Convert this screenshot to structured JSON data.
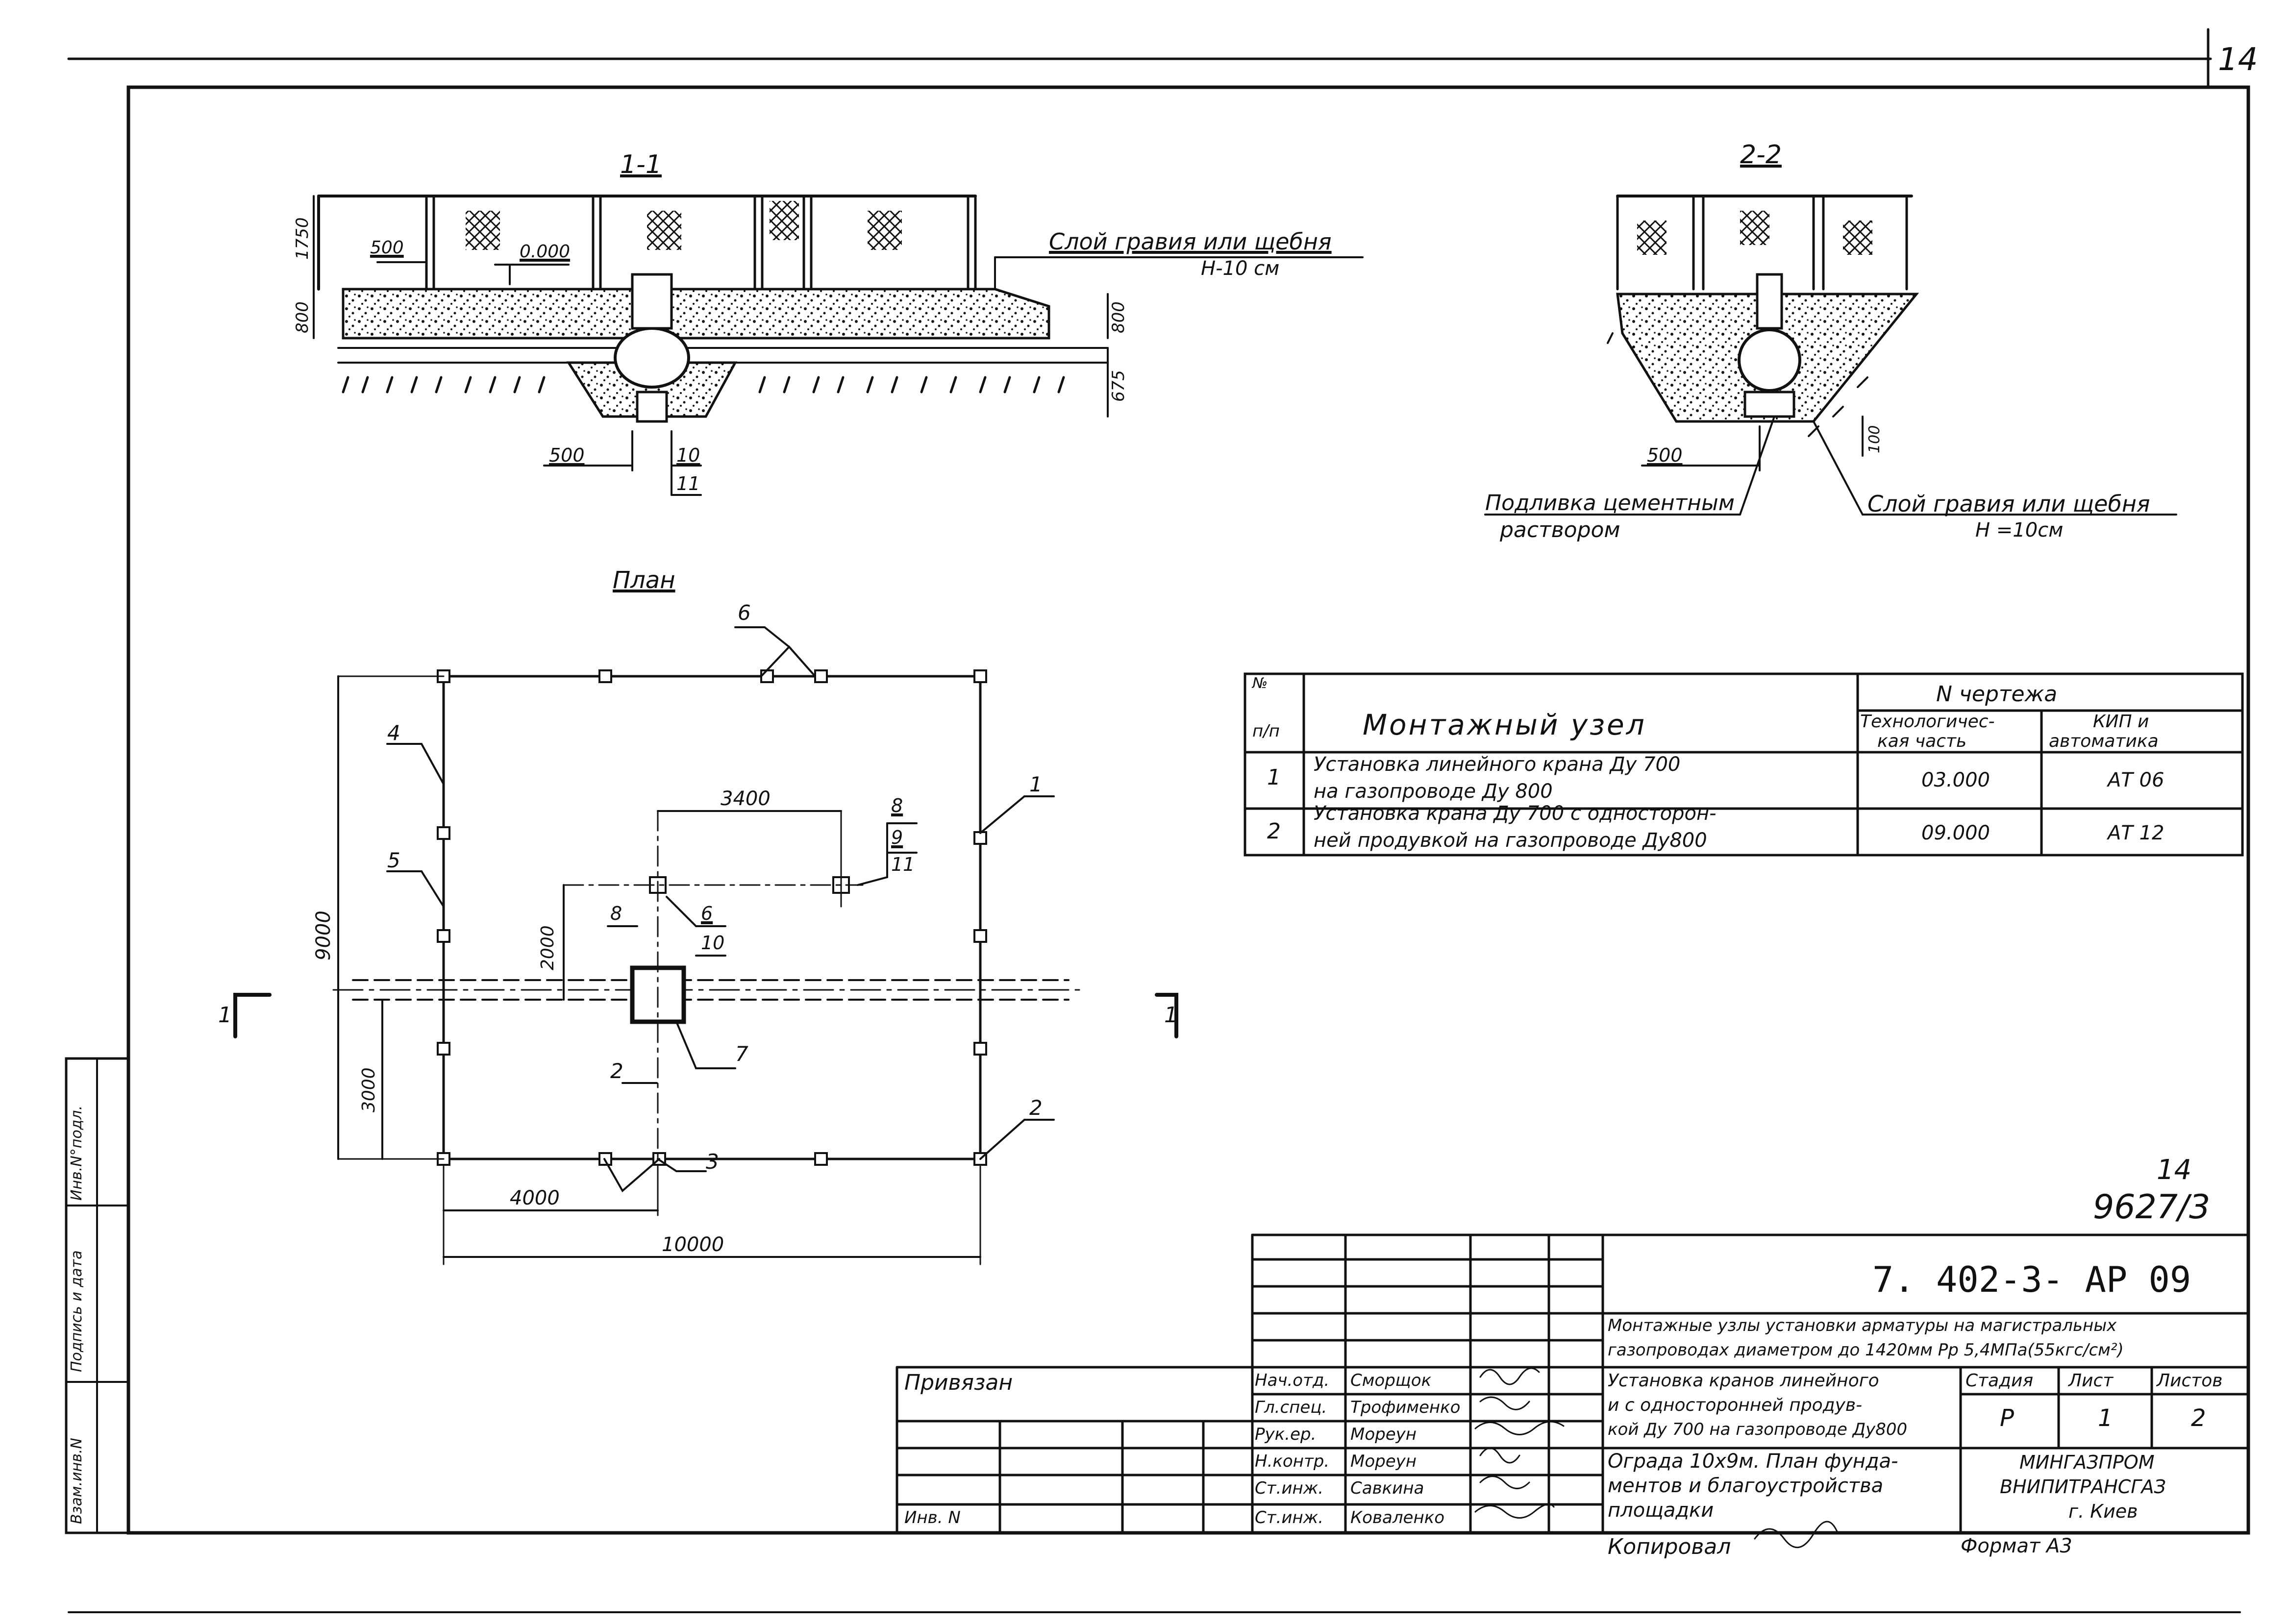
{
  "sheet": {
    "page_number": "14"
  },
  "section_1_1": {
    "title": "1-1",
    "gravel_label": "Слой гравия или щебня",
    "gravel_thickness": "H-10 см",
    "dims": {
      "left_500_top": "500",
      "elev_0000": "0.000",
      "left_1750": "1750",
      "left_800": "800",
      "right_800": "800",
      "right_675": "675",
      "left_500_bot": "500"
    },
    "markers": {
      "m10": "10",
      "m11": "11"
    }
  },
  "section_2_2": {
    "title": "2-2",
    "grout_label_1": "Подливка цементным",
    "grout_label_2": "раствором",
    "gravel_label": "Слой гравия или щебня",
    "gravel_thickness": "H =10см",
    "dims": {
      "left_500": "500",
      "right_100": "100"
    }
  },
  "plan": {
    "title": "План",
    "dims": {
      "d3400": "3400",
      "d9000": "9000",
      "d2000": "2000",
      "d3000": "3000",
      "d4000": "4000",
      "d10000": "10000"
    },
    "callouts": {
      "c1": "1",
      "c2": "2",
      "c3": "3",
      "c4": "4",
      "c5": "5",
      "c6": "6",
      "c7": "7",
      "c8": "8",
      "c9": "9",
      "c11": "11",
      "c8b": "8",
      "c6b": "6",
      "c10": "10",
      "c2b": "2"
    },
    "section_marks": {
      "left": "1",
      "right": "1"
    }
  },
  "nodes_table": {
    "headers": {
      "no_top": "№",
      "no_bot": "п/п",
      "node": "Монтажный узел",
      "drawing_no": "N чертежа",
      "tech_1": "Технологичес-",
      "tech_2": "кая часть",
      "kip_1": "КИП и",
      "kip_2": "автоматика"
    },
    "rows": [
      {
        "n": "1",
        "line1": "Установка линейного крана Ду 700",
        "line2": "на газопроводе Ду 800",
        "tech": "03.000",
        "kip": "АТ 06"
      },
      {
        "n": "2",
        "line1": "Установка крана Ду 700 с односторон-",
        "line2": "ней продувкой на газопроводе Ду800",
        "tech": "09.000",
        "kip": "АТ 12"
      }
    ]
  },
  "stamp": {
    "archive_page": "14",
    "archive_code": "9627/3",
    "doc_code": "7. 402-3- АР 09",
    "description_1": "Монтажные узлы установки арматуры на магистральных",
    "description_2": "газопроводах диаметром до 1420мм Рр 5,4МПа(55кгс/см²)",
    "part_1": "Установка кранов линейного",
    "part_2": "и с односторонней продув-",
    "part_3": "кой Ду 700 на газопроводе Ду800",
    "sheet_title_1": "Ограда 10х9м. План фунда-",
    "sheet_title_2": "ментов и благоустройства",
    "sheet_title_3": "площадки",
    "stage_label": "Стадия",
    "sheet_label": "Лист",
    "sheets_label": "Листов",
    "stage": "Р",
    "sheet": "1",
    "sheets": "2",
    "org_1": "МИНГАЗПРОМ",
    "org_2": "ВНИПИТРАНСГАЗ",
    "org_3": "г. Киев",
    "linked": "Привязан",
    "inv_no": "Инв. N",
    "copied": "Копировал",
    "format": "Формат А3",
    "staff": [
      {
        "role": "Нач.отд.",
        "name": "Сморщок"
      },
      {
        "role": "Гл.спец.",
        "name": "Трофименко"
      },
      {
        "role": "Рук.ер.",
        "name": "Мореун"
      },
      {
        "role": "Н.контр.",
        "name": "Мореун"
      },
      {
        "role": "Ст.инж.",
        "name": "Савкина"
      },
      {
        "role": "Ст.инж.",
        "name": "Коваленко"
      }
    ]
  },
  "side_strip": {
    "inv_orig": "Инв.N°подл.",
    "sign_date": "Подпись и дата",
    "repl_inv": "Взам.инв.N"
  }
}
